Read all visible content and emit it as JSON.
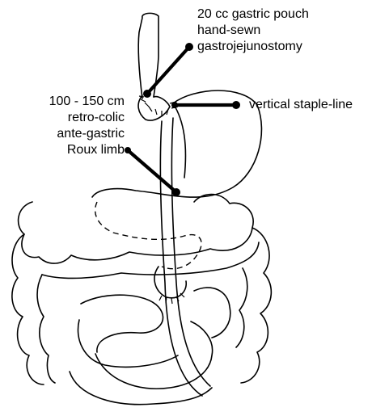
{
  "labels": {
    "pouch": [
      "20 cc gastric pouch",
      "hand-sewn",
      "gastrojejunostomy"
    ],
    "limb": [
      "100 - 150 cm",
      "retro-colic",
      "ante-gastric",
      "Roux limb"
    ],
    "staple": "vertical staple-line"
  },
  "colors": {
    "ink": "#000000",
    "background": "#ffffff"
  }
}
